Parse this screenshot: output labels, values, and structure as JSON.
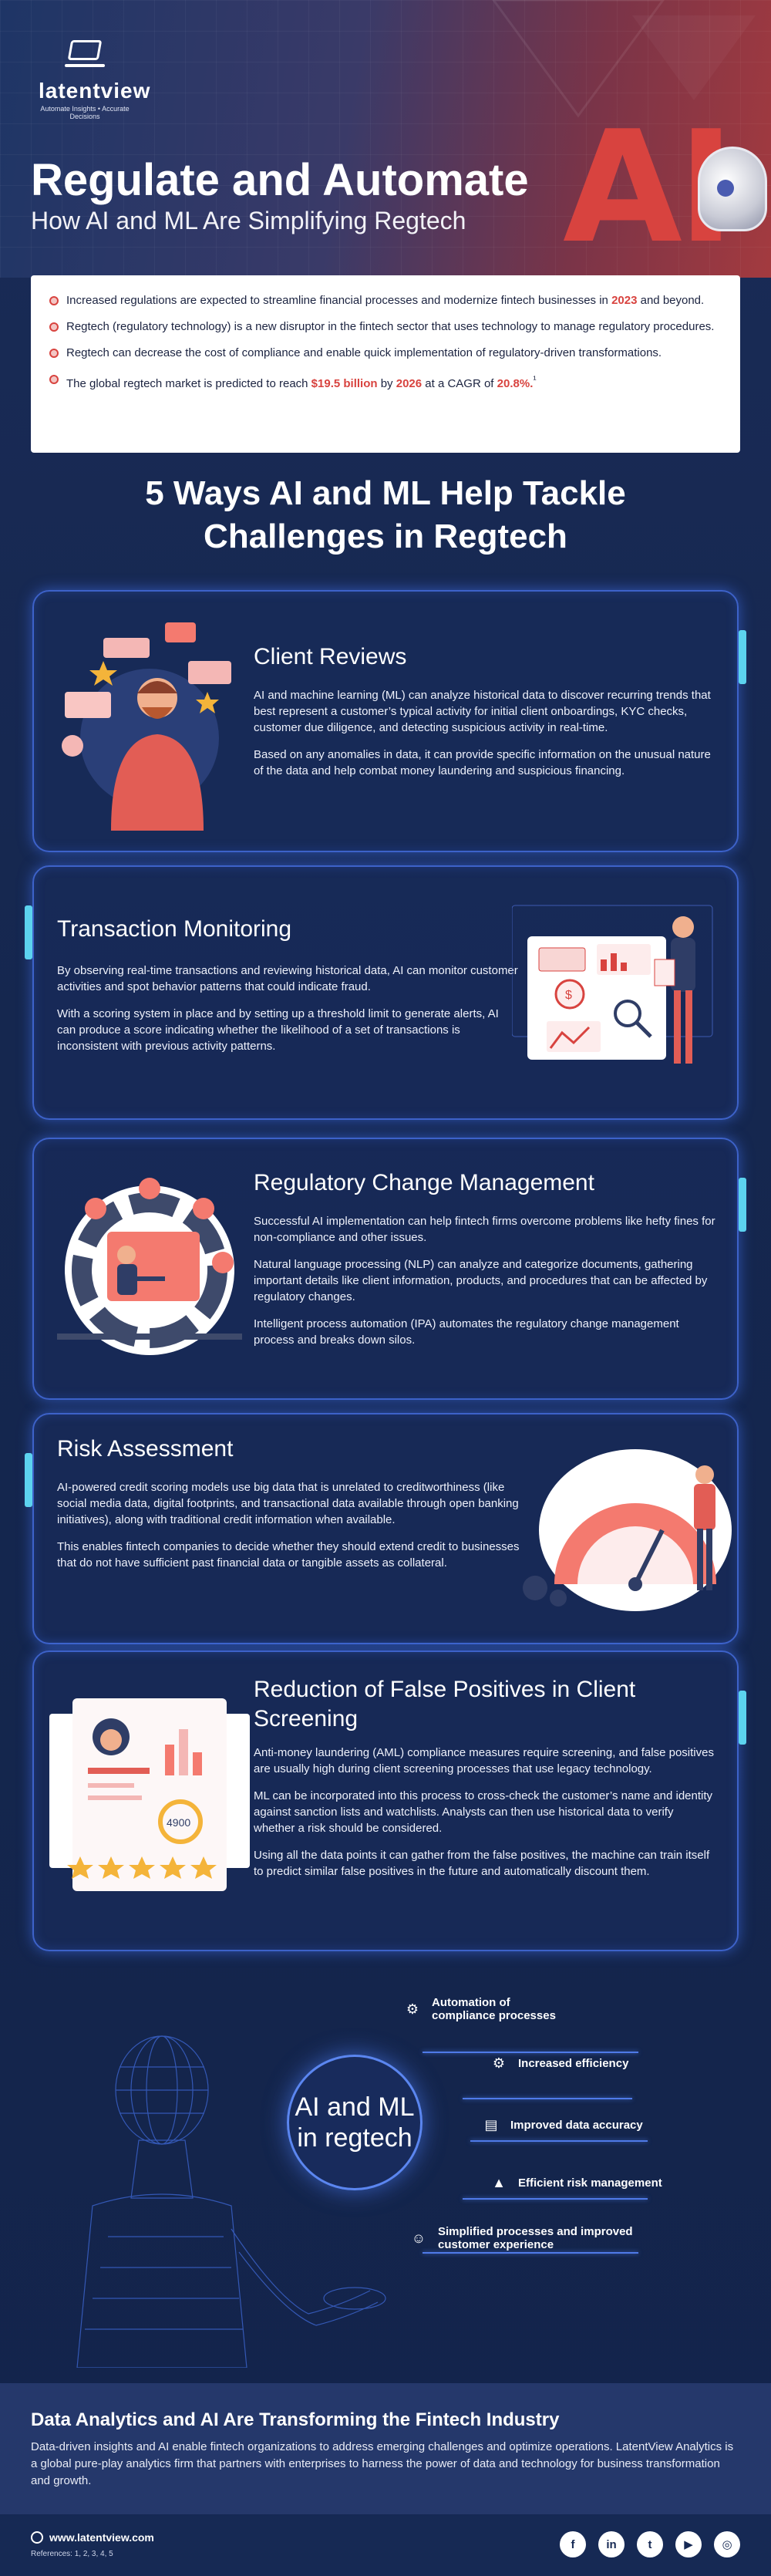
{
  "brand": {
    "name": "latentview",
    "tagline": "Automate Insights • Accurate Decisions"
  },
  "hero": {
    "title": "Regulate and Automate",
    "subtitle": "How AI and ML Are Simplifying Regtech",
    "big_letters": "AI"
  },
  "intro": {
    "items": [
      {
        "pre": "Increased regulations are expected to streamline financial processes and modernize fintech businesses in ",
        "hl1": "2023",
        "mid": " and beyond.",
        "hl2": "",
        "mid2": "",
        "hl3": "",
        "post": ""
      },
      {
        "pre": "Regtech (regulatory technology) is a new disruptor in the fintech sector that uses technology to manage regulatory procedures.",
        "hl1": "",
        "mid": "",
        "hl2": "",
        "mid2": "",
        "hl3": "",
        "post": ""
      },
      {
        "pre": "Regtech can decrease the cost of compliance and enable quick implementation of regulatory-driven transformations.",
        "hl1": "",
        "mid": "",
        "hl2": "",
        "mid2": "",
        "hl3": "",
        "post": ""
      },
      {
        "pre": "The global regtech market is predicted to reach ",
        "hl1": "$19.5 billion",
        "mid": " by ",
        "hl2": "2026",
        "mid2": " at a CAGR of ",
        "hl3": "20.8%.",
        "post": "¹"
      }
    ]
  },
  "section_title": {
    "line1": "5 Ways AI and ML Help Tackle",
    "line2": "Challenges in Regtech"
  },
  "cards": [
    {
      "title": "Client Reviews",
      "paragraphs": [
        "AI and machine learning (ML) can analyze historical data to discover recurring trends that best represent a customer’s typical activity for initial client onboardings, KYC checks, customer due diligence, and detecting suspicious activity in real-time.",
        "Based on any anomalies in data, it can provide specific information on the unusual nature of the data and help combat money laundering and suspicious financing."
      ]
    },
    {
      "title": "Transaction Monitoring",
      "paragraphs": [
        "By observing real-time transactions and reviewing historical data, AI can monitor customer activities and spot behavior patterns that could indicate fraud.",
        "With a scoring system in place and by setting up a threshold limit to generate alerts, AI can produce a score indicating whether the likelihood of a set of transactions is inconsistent with previous activity patterns."
      ]
    },
    {
      "title": "Regulatory Change Management",
      "paragraphs": [
        "Successful AI implementation can help fintech firms overcome problems like hefty fines for non-compliance and other issues.",
        "Natural language processing (NLP) can analyze and categorize documents, gathering important details like client information, products, and procedures that can be affected by regulatory changes.",
        "Intelligent process automation (IPA) automates the regulatory change management process and breaks down silos."
      ]
    },
    {
      "title": "Risk Assessment",
      "paragraphs": [
        "AI-powered credit scoring models use big data that is unrelated to creditworthiness (like social media data, digital footprints, and transactional data available through open banking initiatives), along with traditional credit information when available.",
        "This enables fintech companies to decide whether they should extend credit to businesses that do not have sufficient past financial data or tangible assets as collateral."
      ]
    },
    {
      "title": "Reduction of False Positives in Client Screening",
      "paragraphs": [
        "Anti-money laundering (AML) compliance measures require screening, and false positives are usually high during client screening processes that use legacy technology.",
        "ML can be incorporated into this process to cross-check the customer’s name and identity against sanction lists and watchlists. Analysts can then use historical data to verify whether a risk should be considered.",
        "Using all the data points it can gather from the false positives, the machine can train itself to predict similar false positives in the future and automatically discount them."
      ],
      "score_label": "4900"
    }
  ],
  "hub": {
    "center_line1": "AI and ML",
    "center_line2": "in regtech",
    "items": [
      {
        "label_line1": "Automation of",
        "label_line2": "compliance processes"
      },
      {
        "label_line1": "Increased efficiency",
        "label_line2": ""
      },
      {
        "label_line1": "Improved data accuracy",
        "label_line2": ""
      },
      {
        "label_line1": "Efficient risk management",
        "label_line2": ""
      },
      {
        "label_line1": "Simplified processes and improved",
        "label_line2": "customer experience"
      }
    ]
  },
  "outro": {
    "title": "Data Analytics and AI Are Transforming the Fintech Industry",
    "text": "Data-driven insights and AI enable fintech organizations to address emerging challenges and optimize operations. LatentView Analytics is a global pure-play analytics firm that partners with enterprises to harness the power of data and technology for business transformation and growth."
  },
  "footer": {
    "url": "www.latentview.com",
    "references": "References: 1, 2, 3, 4, 5",
    "socials": [
      "f",
      "in",
      "t",
      "▶",
      "◎"
    ]
  },
  "colors": {
    "accent_red": "#d8433f",
    "accent_cyan": "#5cd3ef",
    "card_border": "#3d62c9",
    "background": "#13244d"
  }
}
